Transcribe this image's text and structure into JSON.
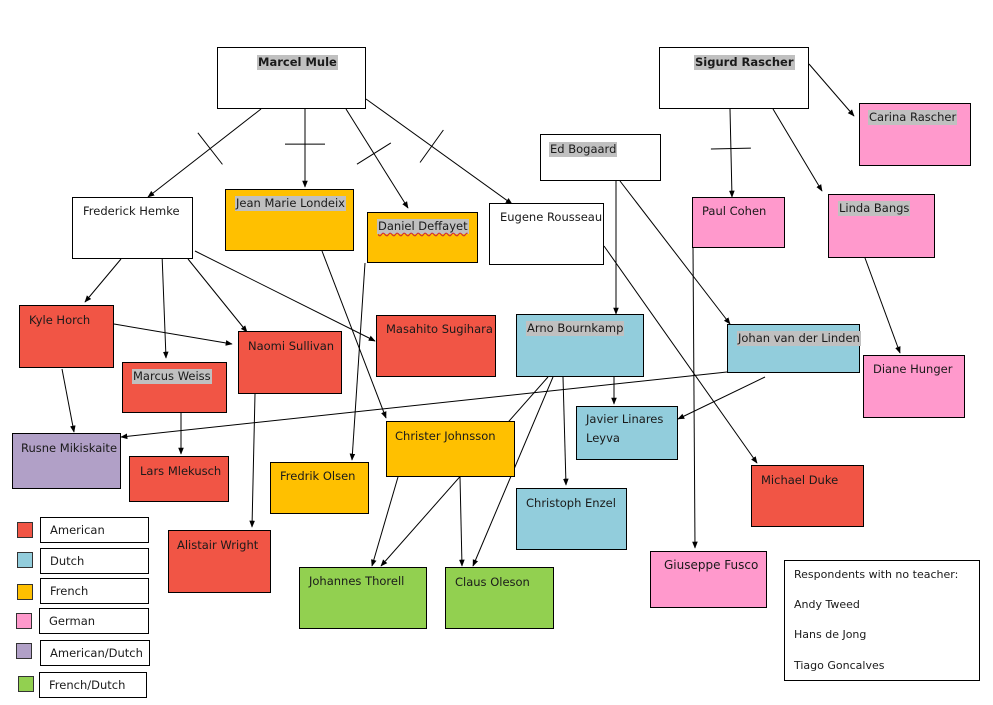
{
  "colors": {
    "American": "#f15545",
    "Dutch": "#92cddc",
    "French": "#ffc000",
    "German": "#ff99cc",
    "American/Dutch": "#b1a0c7",
    "French/Dutch": "#92d050",
    "none": "#ffffff"
  },
  "nodes": {
    "marcel_mule": {
      "label": "Marcel Mule",
      "group": "none"
    },
    "sigurd_rascher": {
      "label": "Sigurd Rascher",
      "group": "none"
    },
    "ed_bogaard": {
      "label": "Ed Bogaard",
      "group": "none"
    },
    "frederick_hemke": {
      "label": "Frederick Hemke",
      "group": "none"
    },
    "jean_marie_londeix": {
      "label": "Jean Marie Londeix",
      "group": "French"
    },
    "daniel_deffayet": {
      "label": "Daniel Deffayet",
      "group": "French"
    },
    "eugene_rousseau": {
      "label": "Eugene Rousseau",
      "group": "none"
    },
    "paul_cohen": {
      "label": "Paul Cohen",
      "group": "German"
    },
    "linda_bangs": {
      "label": "Linda Bangs",
      "group": "German"
    },
    "carina_rascher": {
      "label": "Carina Rascher",
      "group": "German"
    },
    "kyle_horch": {
      "label": "Kyle Horch",
      "group": "American"
    },
    "marcus_weiss": {
      "label": "Marcus Weiss",
      "group": "American"
    },
    "naomi_sullivan": {
      "label": "Naomi Sullivan",
      "group": "American"
    },
    "masahito_sugihara": {
      "label": "Masahito Sugihara",
      "group": "American"
    },
    "arno_bournkamp": {
      "label": "Arno Bournkamp",
      "group": "Dutch"
    },
    "johan_van_der_linden": {
      "label": "Johan van der Linden",
      "group": "Dutch"
    },
    "diane_hunger": {
      "label": "Diane Hunger",
      "group": "German"
    },
    "rusne_mikiskaite": {
      "label": "Rusne Mikiskaite",
      "group": "American/Dutch"
    },
    "lars_mlekusch": {
      "label": "Lars Mlekusch",
      "group": "American"
    },
    "christer_johnsson": {
      "label": "Christer Johnsson",
      "group": "French"
    },
    "javier_linares_leyva": {
      "label_line1": "Javier Linares",
      "label_line2": "Leyva",
      "group": "Dutch"
    },
    "fredrik_olsen": {
      "label": "Fredrik Olsen",
      "group": "French"
    },
    "christoph_enzel": {
      "label": "Christoph Enzel",
      "group": "Dutch"
    },
    "michael_duke": {
      "label": "Michael Duke",
      "group": "American"
    },
    "alistair_wright": {
      "label": "Alistair Wright",
      "group": "American"
    },
    "johannes_thorell": {
      "label": "Johannes Thorell",
      "group": "French/Dutch"
    },
    "claus_oleson": {
      "label": "Claus Oleson",
      "group": "French/Dutch"
    },
    "giuseppe_fusco": {
      "label": "Giuseppe Fusco",
      "group": "German"
    }
  },
  "edges": [
    {
      "from": "marcel_mule",
      "to": "frederick_hemke",
      "crossed": true
    },
    {
      "from": "marcel_mule",
      "to": "jean_marie_londeix",
      "crossed": true
    },
    {
      "from": "marcel_mule",
      "to": "daniel_deffayet",
      "crossed": true
    },
    {
      "from": "marcel_mule",
      "to": "eugene_rousseau",
      "crossed": true
    },
    {
      "from": "sigurd_rascher",
      "to": "paul_cohen",
      "crossed": true
    },
    {
      "from": "sigurd_rascher",
      "to": "linda_bangs",
      "crossed": false
    },
    {
      "from": "sigurd_rascher",
      "to": "carina_rascher",
      "crossed": false
    },
    {
      "from": "ed_bogaard",
      "to": "arno_bournkamp",
      "crossed": false
    },
    {
      "from": "ed_bogaard",
      "to": "johan_van_der_linden",
      "crossed": false
    },
    {
      "from": "frederick_hemke",
      "to": "kyle_horch",
      "crossed": false
    },
    {
      "from": "frederick_hemke",
      "to": "marcus_weiss",
      "crossed": false
    },
    {
      "from": "frederick_hemke",
      "to": "naomi_sullivan",
      "crossed": false
    },
    {
      "from": "frederick_hemke",
      "to": "masahito_sugihara",
      "crossed": false
    },
    {
      "from": "kyle_horch",
      "to": "naomi_sullivan",
      "crossed": false
    },
    {
      "from": "kyle_horch",
      "to": "rusne_mikiskaite",
      "crossed": false
    },
    {
      "from": "marcus_weiss",
      "to": "lars_mlekusch",
      "crossed": false
    },
    {
      "from": "naomi_sullivan",
      "to": "alistair_wright",
      "crossed": false
    },
    {
      "from": "jean_marie_londeix",
      "to": "christer_johnsson",
      "crossed": false
    },
    {
      "from": "daniel_deffayet",
      "to": "fredrik_olsen",
      "crossed": false
    },
    {
      "from": "eugene_rousseau",
      "to": "michael_duke",
      "crossed": false
    },
    {
      "from": "linda_bangs",
      "to": "diane_hunger",
      "crossed": false
    },
    {
      "from": "paul_cohen",
      "to": "giuseppe_fusco",
      "crossed": false
    },
    {
      "from": "arno_bournkamp",
      "to": "javier_linares_leyva",
      "crossed": false
    },
    {
      "from": "arno_bournkamp",
      "to": "christoph_enzel",
      "crossed": false
    },
    {
      "from": "arno_bournkamp",
      "to": "johannes_thorell",
      "crossed": false
    },
    {
      "from": "arno_bournkamp",
      "to": "claus_oleson",
      "crossed": false
    },
    {
      "from": "johan_van_der_linden",
      "to": "rusne_mikiskaite",
      "crossed": false
    },
    {
      "from": "johan_van_der_linden",
      "to": "javier_linares_leyva",
      "crossed": false
    },
    {
      "from": "christer_johnsson",
      "to": "johannes_thorell",
      "crossed": false
    },
    {
      "from": "christer_johnsson",
      "to": "claus_oleson",
      "crossed": false
    }
  ],
  "legend": [
    {
      "label": "American",
      "group": "American"
    },
    {
      "label": "Dutch",
      "group": "Dutch"
    },
    {
      "label": "French",
      "group": "French"
    },
    {
      "label": "German",
      "group": "German"
    },
    {
      "label": "American/Dutch",
      "group": "American/Dutch"
    },
    {
      "label": "French/Dutch",
      "group": "French/Dutch"
    }
  ],
  "no_teacher": {
    "title": "Respondents with no teacher:",
    "names": [
      "Andy Tweed",
      "Hans de Jong",
      "Tiago Goncalves"
    ]
  }
}
